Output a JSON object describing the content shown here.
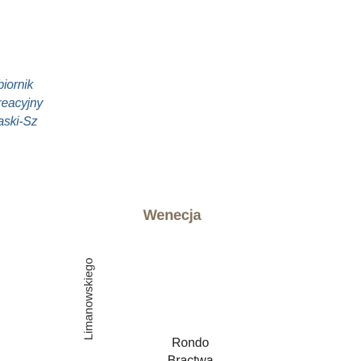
{
  "map": {
    "water_label": {
      "lines": [
        "biornik",
        "reacyjny",
        "aski-Sz"
      ]
    },
    "district_label": "Wenecja",
    "street_label": "Limanowskiego",
    "place_label": {
      "lines": [
        "Rondo",
        "Bractwa"
      ]
    },
    "colors": {
      "background": "#ffffff",
      "water_label": "#2e5f8f",
      "district_label": "#85735f",
      "street_label": "#333333",
      "place_label": "#222222"
    }
  }
}
